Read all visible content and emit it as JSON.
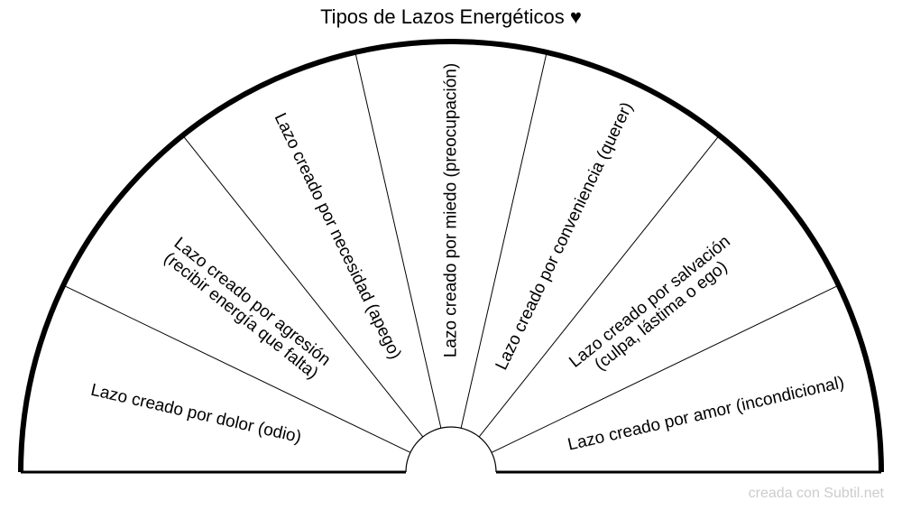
{
  "title": "Tipos de Lazos Energéticos ♥",
  "credit": "creada con Subtil.net",
  "chart_data": {
    "type": "pendulum-chart",
    "sectors": [
      {
        "lines": [
          "Lazo creado por dolor (odio)"
        ]
      },
      {
        "lines": [
          "Lazo creado por agresión",
          "(recibir energía que falta)"
        ]
      },
      {
        "lines": [
          "Lazo creado por necesidad (apego)"
        ]
      },
      {
        "lines": [
          "Lazo creado por miedo (preocupación)"
        ]
      },
      {
        "lines": [
          "Lazo creado por conveniencia (querer)"
        ]
      },
      {
        "lines": [
          "Lazo creado por salvación",
          "(culpa, lástima o ego)"
        ]
      },
      {
        "lines": [
          "Lazo creado por amor (incondicional)"
        ]
      }
    ]
  }
}
